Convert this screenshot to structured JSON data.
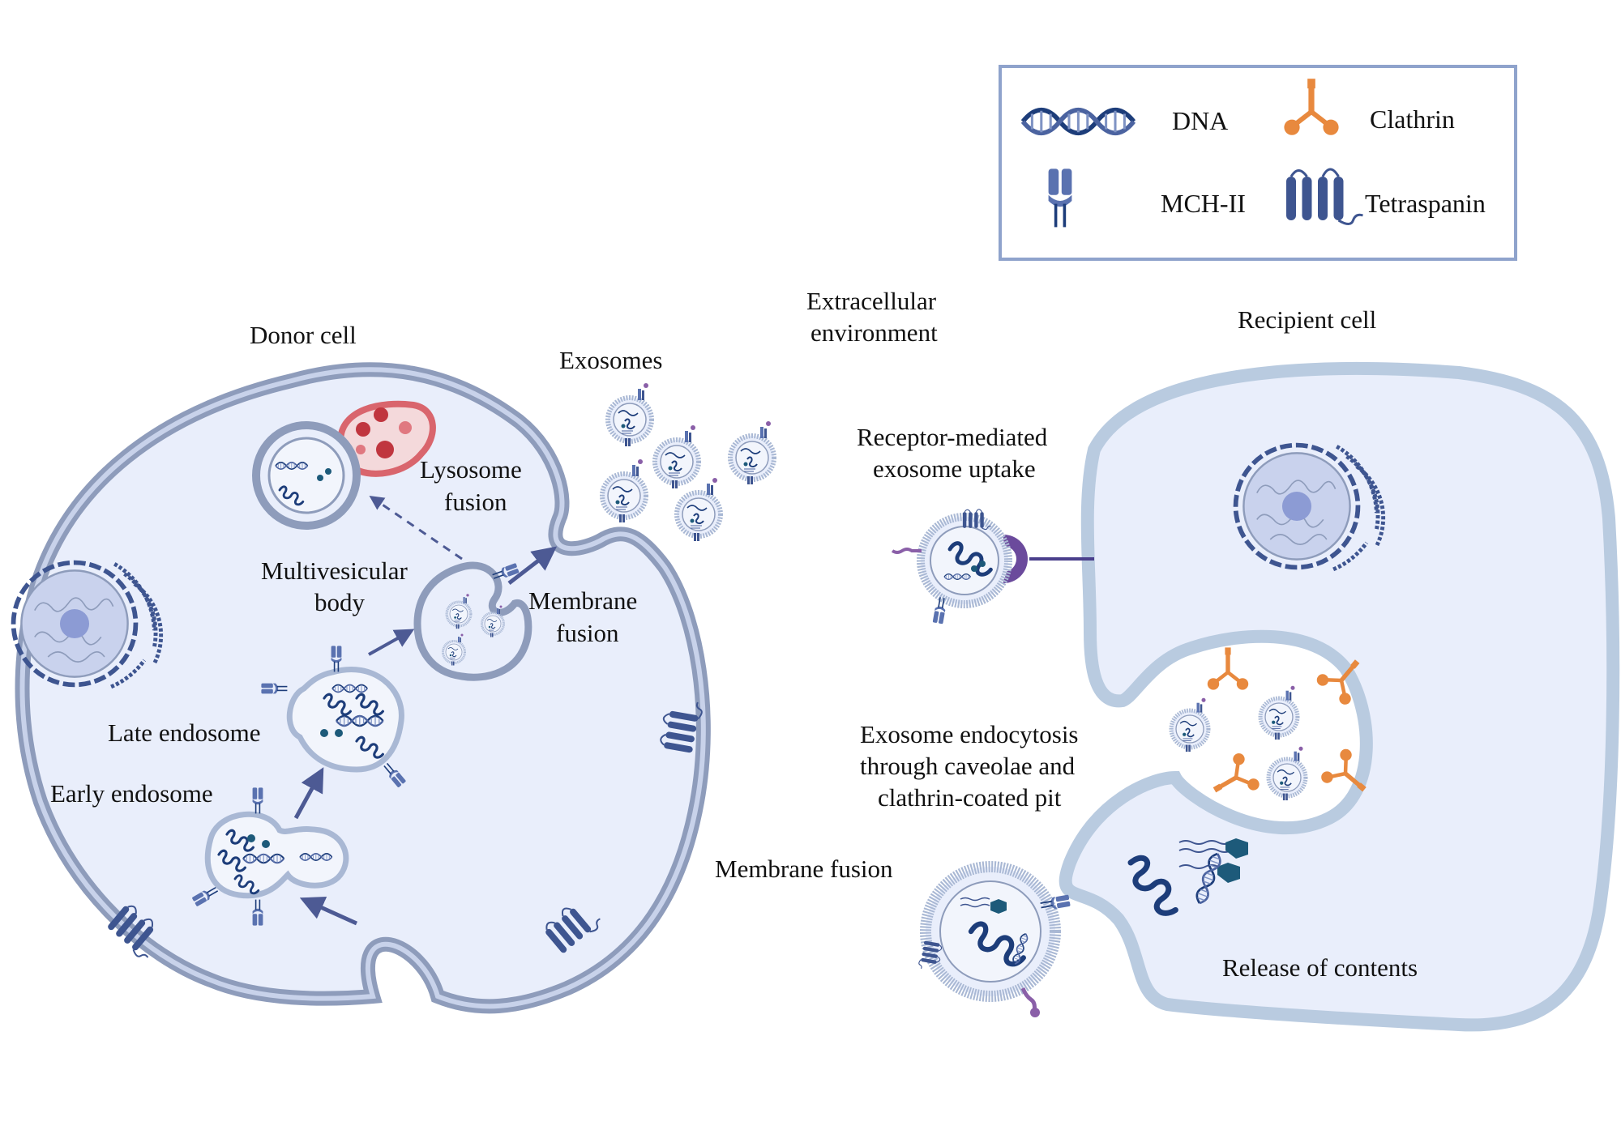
{
  "legend": {
    "dna": "DNA",
    "clathrin": "Clathrin",
    "mhc": "MCH-II",
    "tetraspanin": "Tetraspanin"
  },
  "labels": {
    "donor_cell": "Donor cell",
    "recipient_cell": "Recipient cell",
    "extracellular_line1": "Extracellular",
    "extracellular_line2": "environment",
    "exosomes": "Exosomes",
    "lysosome_line1": "Lysosome",
    "lysosome_line2": "fusion",
    "mvb_line1": "Multivesicular",
    "mvb_line2": "body",
    "membrane_fusion_donor_line1": "Membrane",
    "membrane_fusion_donor_line2": "fusion",
    "late_endosome": "Late endosome",
    "early_endosome": "Early endosome",
    "receptor_line1": "Receptor-mediated",
    "receptor_line2": "exosome uptake",
    "endocytosis_line1": "Exosome endocytosis",
    "endocytosis_line2": "through caveolae and",
    "endocytosis_line3": "clathrin-coated pit",
    "membrane_fusion_recipient": "Membrane fusion",
    "release": "Release of contents"
  },
  "colors": {
    "cell_fill": "#e9eefb",
    "donor_membrane": "#8e9cbb",
    "recipient_membrane": "#b9cbe0",
    "dark_blue": "#1d3d7a",
    "mid_blue": "#4b63a0",
    "arrow": "#4d5a94",
    "lysosome": "#d9656d",
    "clathrin": "#e8893e",
    "receptor": "#6b4a9c",
    "legend_border": "#8fa3cc"
  }
}
